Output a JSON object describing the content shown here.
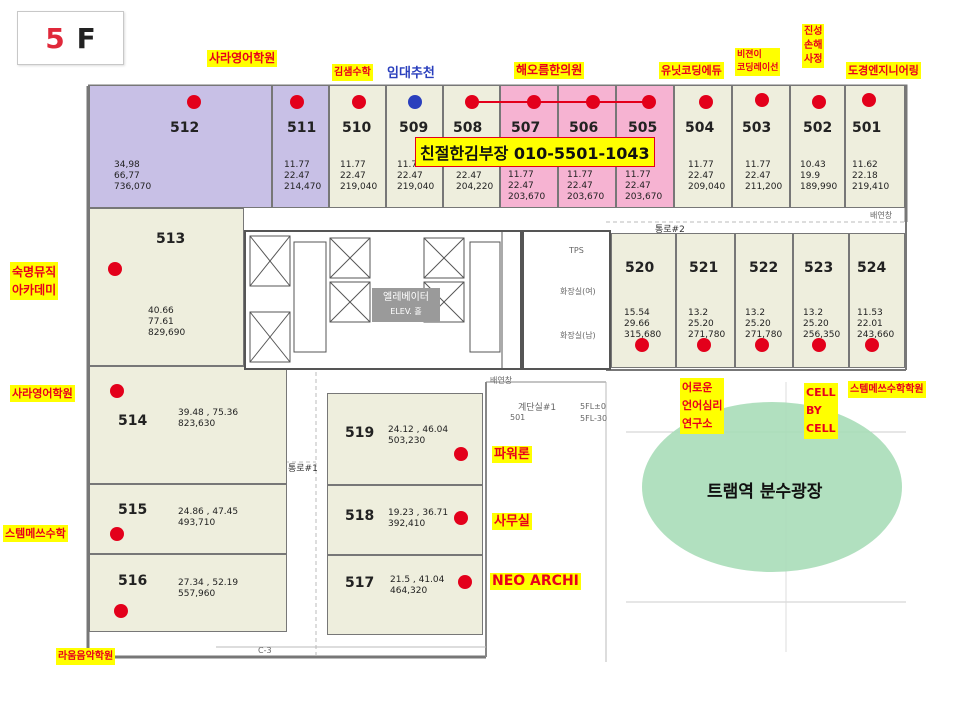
{
  "floor": {
    "number": "5",
    "suffix": "F"
  },
  "banner": "친절한김부장 010-5501-1043",
  "elevator_label": {
    "title": "엘레베이터",
    "sub": "ELEV. 홀"
  },
  "top_units": [
    {
      "id": "512",
      "stats": "34,98\n66,77\n736,070"
    },
    {
      "id": "511",
      "stats": "11.77\n22.47\n214,470"
    },
    {
      "id": "510",
      "stats": "11.77\n22.47\n219,040"
    },
    {
      "id": "509",
      "stats": "11.77\n22.47\n219,040"
    },
    {
      "id": "508",
      "stats": "11.77\n22.47\n204,220"
    },
    {
      "id": "507",
      "stats": "11.77\n22.47\n203,670"
    },
    {
      "id": "506",
      "stats": "11.77\n22.47\n203,670"
    },
    {
      "id": "505",
      "stats": "11.77\n22.47\n203,670"
    },
    {
      "id": "504",
      "stats": "11.77\n22.47\n209,040"
    },
    {
      "id": "503",
      "stats": "11.77\n22.47\n211,200"
    },
    {
      "id": "502",
      "stats": "10.43\n19.9\n189,990"
    },
    {
      "id": "501",
      "stats": "11.62\n22.18\n219,410"
    }
  ],
  "right_units": [
    {
      "id": "520",
      "stats": "15.54\n29.66\n315,680"
    },
    {
      "id": "521",
      "stats": "13.2\n25.20\n271,780"
    },
    {
      "id": "522",
      "stats": "13.2\n25.20\n271,780"
    },
    {
      "id": "523",
      "stats": "13.2\n25.20\n256,350"
    },
    {
      "id": "524",
      "stats": "11.53\n22.01\n243,660"
    }
  ],
  "left_units": [
    {
      "id": "513",
      "stats": "40.66\n77.61\n829,690"
    },
    {
      "id": "514",
      "stats": "39.48 , 75.36\n823,630"
    },
    {
      "id": "515",
      "stats": "24.86 , 47.45\n493,710"
    },
    {
      "id": "516",
      "stats": "27.34 , 52.19\n557,960"
    }
  ],
  "center_units": [
    {
      "id": "519",
      "stats": "24.12 , 46.04\n503,230"
    },
    {
      "id": "518",
      "stats": "19.23 , 36.71\n392,410"
    },
    {
      "id": "517",
      "stats": "21.5 , 41.04\n464,320"
    }
  ],
  "tenants": {
    "t512": "사라영어학원",
    "t510": "김샘수학",
    "t509": "임대추천",
    "t507": "해오름한의원",
    "t504": "유닛코딩에듀",
    "t503": "비젼이\n코딩레이선",
    "t502": "진성\n손해\n사정",
    "t501": "도경엔지니어링",
    "t513": "숙명뮤직\n아카데미",
    "t514": "사라영어학원",
    "t515": "스템메쓰수학",
    "t516": "라움음악학원",
    "t519": "파워론",
    "t518": "사무실",
    "t517": "NEO ARCHI",
    "t521": "어로운\n언어심리\n연구소",
    "t523": "CELL\nBY\nCELL",
    "t524": "스템메쓰수학학원"
  },
  "plaza_label": "트램역 분수광장",
  "corridor_labels": {
    "c1": "통로#1",
    "c2": "통로#2"
  },
  "misc_labels": {
    "stair": "계단실#1",
    "stair_num": "501",
    "level1": "5FL±0",
    "level2": "5FL-30",
    "c3": "C-3",
    "tps": "TPS",
    "vent": "배연창",
    "vent2": "배연창",
    "wc": "화장실(남)",
    "wc2": "화장실(여)"
  },
  "colors": {
    "accent_red": "#e3001b",
    "highlight_yellow": "#ffff00",
    "unit_fill": "#eeeedd",
    "purple": "#c8c0e6",
    "pink": "#f6b3d2",
    "plaza": "#a9ddb8"
  }
}
